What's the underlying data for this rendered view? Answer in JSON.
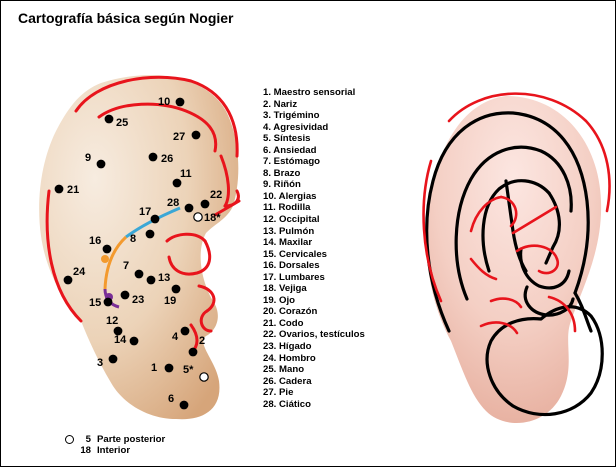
{
  "title": "Cartografía básica según Nogier",
  "colors": {
    "skin_light": "#f4e6d6",
    "skin_dark": "#d9ad84",
    "contour": "#e8141c",
    "outline": "#000000",
    "line_blue": "#3aa7d6",
    "line_orange": "#f39a2e",
    "line_purple": "#7a2f96"
  },
  "legend": [
    "1. Maestro sensorial",
    "2. Nariz",
    "3. Trigémino",
    "4. Agresividad",
    "5. Síntesis",
    "6. Ansiedad",
    "7. Estómago",
    "8. Brazo",
    "9. Riñón",
    "10. Alergias",
    "11. Rodilla",
    "12. Occipital",
    "13. Pulmón",
    "14. Maxilar",
    "15. Cervicales",
    "16. Dorsales",
    "17. Lumbares",
    "18. Vejiga",
    "19. Ojo",
    "20. Corazón",
    "21. Codo",
    "22. Ovarios, testículos",
    "23. Hígado",
    "24. Hombro",
    "25. Mano",
    "26. Cadera",
    "27. Pie",
    "28. Ciático"
  ],
  "points": [
    {
      "label": "10",
      "type": "filled"
    },
    {
      "label": "25",
      "type": "filled"
    },
    {
      "label": "27",
      "type": "filled"
    },
    {
      "label": "9",
      "type": "filled"
    },
    {
      "label": "26",
      "type": "filled"
    },
    {
      "label": "11",
      "type": "filled"
    },
    {
      "label": "21",
      "type": "filled"
    },
    {
      "label": "28",
      "type": "filled"
    },
    {
      "label": "22",
      "type": "filled"
    },
    {
      "label": "17",
      "type": "filled"
    },
    {
      "label": "18*",
      "type": "hollow"
    },
    {
      "label": "8",
      "type": "filled"
    },
    {
      "label": "16",
      "type": "filled"
    },
    {
      "label": "7",
      "type": "filled"
    },
    {
      "label": "13",
      "type": "filled"
    },
    {
      "label": "24",
      "type": "filled"
    },
    {
      "label": "15",
      "type": "filled"
    },
    {
      "label": "23",
      "type": "filled"
    },
    {
      "label": "19",
      "type": "filled"
    },
    {
      "label": "12",
      "type": "filled"
    },
    {
      "label": "4",
      "type": "filled"
    },
    {
      "label": "14",
      "type": "filled"
    },
    {
      "label": "2",
      "type": "filled"
    },
    {
      "label": "3",
      "type": "filled"
    },
    {
      "label": "1",
      "type": "filled"
    },
    {
      "label": "5*",
      "type": "hollow"
    },
    {
      "label": "6",
      "type": "filled"
    }
  ],
  "key": [
    {
      "symbol": "hollow-circle",
      "number": "5",
      "text": "Parte posterior"
    },
    {
      "symbol": "none",
      "number": "18",
      "text": "Interior"
    }
  ]
}
